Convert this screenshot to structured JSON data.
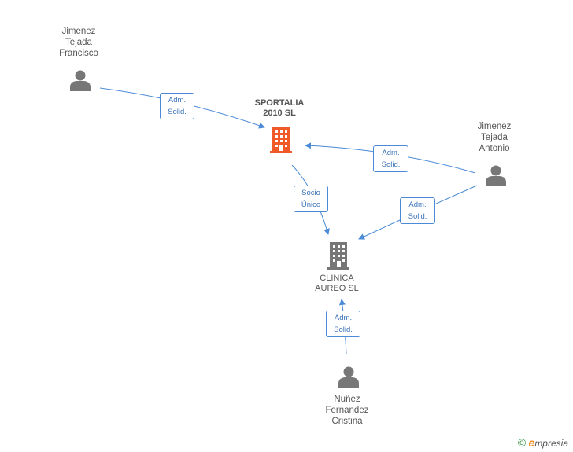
{
  "nodes": {
    "francisco": {
      "name": [
        "Jimenez",
        "Tejada",
        "Francisco"
      ]
    },
    "antonio": {
      "name": [
        "Jimenez",
        "Tejada",
        "Antonio"
      ]
    },
    "cristina": {
      "name": [
        "Nuñez",
        "Fernandez",
        "Cristina"
      ]
    },
    "sportalia": {
      "name": [
        "SPORTALIA",
        "2010 SL"
      ],
      "color": "#f05a28"
    },
    "clinica": {
      "name": [
        "CLINICA",
        "AUREO SL"
      ],
      "color": "#777777"
    }
  },
  "edges": {
    "francisco_sportalia": [
      "Adm.",
      "Solid."
    ],
    "antonio_sportalia": [
      "Adm.",
      "Solid."
    ],
    "antonio_clinica": [
      "Adm.",
      "Solid."
    ],
    "sportalia_clinica": [
      "Socio",
      "Único"
    ],
    "cristina_clinica": [
      "Adm.",
      "Solid."
    ]
  },
  "colors": {
    "edge": "#4a8ad6",
    "person": "#777777"
  },
  "footer": {
    "copyright": "©",
    "brand_first": "e",
    "brand_rest": "mpresia"
  }
}
